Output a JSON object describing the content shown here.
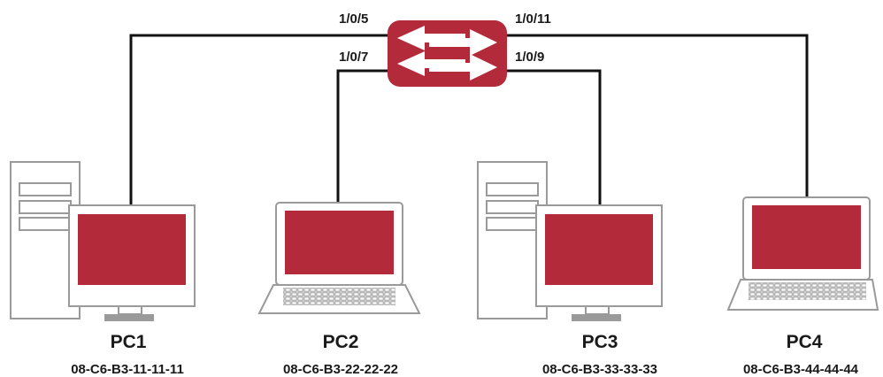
{
  "switch": {
    "name": "switch-icon",
    "ports": {
      "top_left": "1/0/5",
      "bottom_left": "1/0/7",
      "top_right": "1/0/11",
      "bottom_right": "1/0/9"
    }
  },
  "hosts": [
    {
      "label": "PC1",
      "mac": "08-C6-B3-11-11-11",
      "icon": "desktop-computer-icon"
    },
    {
      "label": "PC2",
      "mac": "08-C6-B3-22-22-22",
      "icon": "laptop-icon"
    },
    {
      "label": "PC3",
      "mac": "08-C6-B3-33-33-33",
      "icon": "desktop-computer-icon"
    },
    {
      "label": "PC4",
      "mac": "08-C6-B3-44-44-44",
      "icon": "laptop-icon"
    }
  ],
  "colors": {
    "device_red": "#b32a3a",
    "line": "#111111",
    "outline": "#9a9a9a",
    "device_fill": "#ffffff"
  }
}
